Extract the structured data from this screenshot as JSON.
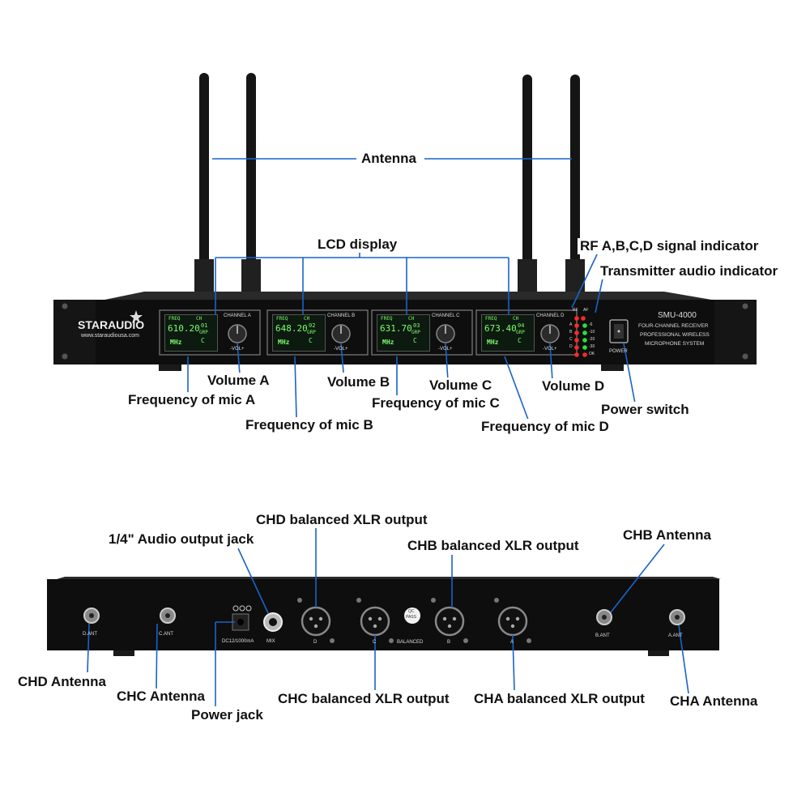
{
  "front": {
    "brand": "STARAUDIO",
    "website": "www.staraudiousa.com",
    "model": "SMU-4000",
    "model_desc": [
      "FOUR-CHANNEL RECEIVER",
      "PROFESSIONAL WIRELESS",
      "MICROPHONE SYSTEM"
    ],
    "power_label": "POWER",
    "led_header": [
      "RF",
      "AF"
    ],
    "led_rows": [
      "A",
      "B",
      "C",
      "D"
    ],
    "af_levels": [
      "-6",
      "-10",
      "-20",
      "-30",
      "OK"
    ],
    "channels": [
      {
        "name": "CHANNEL A",
        "freq_label": "FREQ",
        "freq": "610.20",
        "ch_label": "CH",
        "ch": "01",
        "grp_label": "GRP",
        "grp": "C",
        "unit": "MHz",
        "vol": "-VOL+"
      },
      {
        "name": "CHANNEL B",
        "freq_label": "FREQ",
        "freq": "648.20",
        "ch_label": "CH",
        "ch": "02",
        "grp_label": "GRP",
        "grp": "C",
        "unit": "MHz",
        "vol": "-VOL+"
      },
      {
        "name": "CHANNEL C",
        "freq_label": "FREQ",
        "freq": "631.70",
        "ch_label": "CH",
        "ch": "03",
        "grp_label": "GRP",
        "grp": "C",
        "unit": "MHz",
        "vol": "-VOL+"
      },
      {
        "name": "CHANNEL D",
        "freq_label": "FREQ",
        "freq": "673.40",
        "ch_label": "CH",
        "ch": "04",
        "grp_label": "GRP",
        "grp": "C",
        "unit": "MHz",
        "vol": "-VOL+"
      }
    ]
  },
  "back": {
    "ant_labels": [
      "D.ANT",
      "C.ANT",
      "B.ANT",
      "A.ANT"
    ],
    "dc_label": "DC12/1000mA",
    "mix_label": "MIX",
    "balanced_label": "BALANCED",
    "xlr_letters": [
      "D",
      "C",
      "B",
      "A"
    ],
    "qc_label": [
      "QC",
      "PASS"
    ]
  },
  "callouts": {
    "antenna": "Antenna",
    "lcd_display": "LCD display",
    "rf_indicator": "RF A,B,C,D signal indicator",
    "transmitter_indicator": "Transmitter audio indicator",
    "volume_a": "Volume A",
    "volume_b": "Volume B",
    "volume_c": "Volume C",
    "volume_d": "Volume D",
    "freq_a": "Frequency of mic A",
    "freq_b": "Frequency of mic B",
    "freq_c": "Frequency of mic C",
    "freq_d": "Frequency of mic D",
    "power_switch": "Power switch",
    "chd_xlr": "CHD balanced XLR output",
    "audio_jack": "1/4\" Audio output jack",
    "chb_xlr": "CHB balanced XLR output",
    "chb_antenna": "CHB Antenna",
    "chd_antenna": "CHD Antenna",
    "chc_antenna": "CHC Antenna",
    "power_jack": "Power jack",
    "chc_xlr": "CHC balanced XLR output",
    "cha_xlr": "CHA balanced XLR output",
    "cha_antenna": "CHA Antenna"
  },
  "colors": {
    "leader": "#1a63c9",
    "chassis": "#0e0e0e",
    "lcd_text": "#7dff6a",
    "led_red": "#ff2a2a",
    "led_green": "#28e040"
  }
}
